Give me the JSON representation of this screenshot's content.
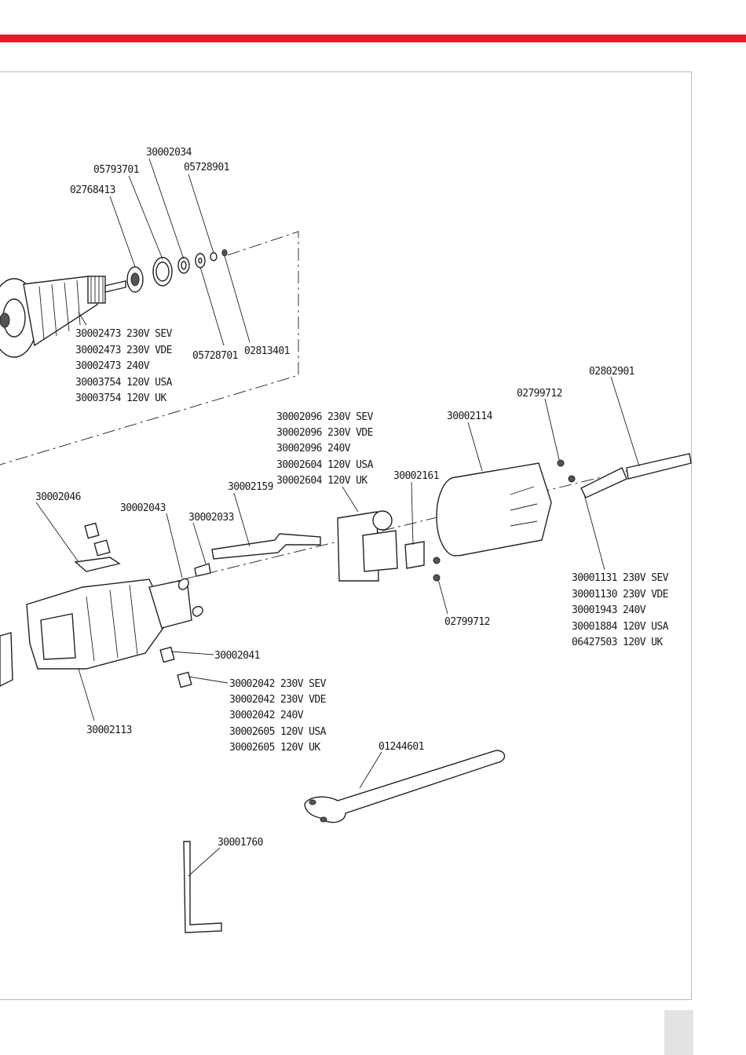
{
  "colors": {
    "accent": "#e31e2d",
    "frame": "#b9b9b9",
    "ink": "#222222"
  },
  "parts": {
    "p30002034": "30002034",
    "p05793701": "05793701",
    "p05728901": "05728901",
    "p02768413": "02768413",
    "armature": [
      "30002473  230V SEV",
      "30002473  230V VDE",
      "30002473  240V",
      "30003754  120V USA",
      "30003754  120V UK"
    ],
    "p05728701": "05728701",
    "p02813401": "02813401",
    "p02802901": "02802901",
    "p02799712_top": "02799712",
    "p30002114": "30002114",
    "switch": [
      "30002096  230V SEV",
      "30002096  230V VDE",
      "30002096  240V",
      "30002604  120V USA",
      "30002604  120V UK"
    ],
    "p30002161": "30002161",
    "p30002159": "30002159",
    "p30002046": "30002046",
    "p30002043": "30002043",
    "p30002033": "30002033",
    "cable": [
      "30001131  230V SEV",
      "30001130  230V VDE",
      "30001943  240V",
      "30001884  120V USA",
      "06427503  120V UK"
    ],
    "p02799712_bottom": "02799712",
    "p30002041": "30002041",
    "stator": [
      "30002042  230V SEV",
      "30002042  230V VDE",
      "30002042  240V",
      "30002605  120V USA",
      "30002605  120V UK"
    ],
    "p30002113": "30002113",
    "p01244601": "01244601",
    "p30001760": "30001760"
  }
}
